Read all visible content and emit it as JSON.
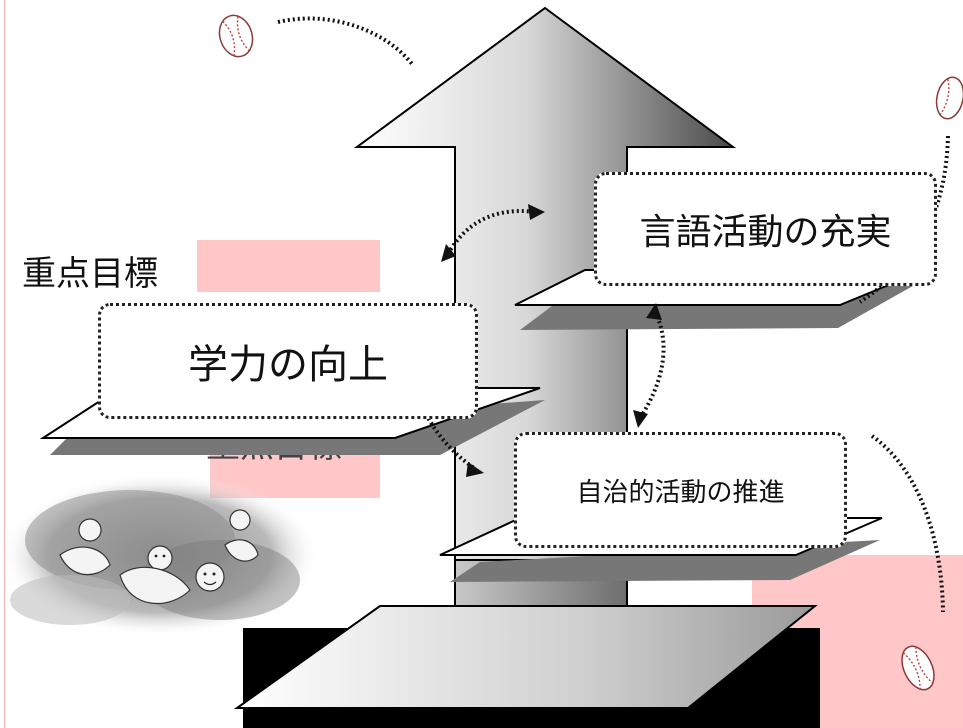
{
  "labels": {
    "top_heading": "重点目標",
    "under_heading": "重点目標"
  },
  "boxes": {
    "goal": "学力の向上",
    "language": "言語活動の充実",
    "autonomy": "自治的活動の推進"
  },
  "colors": {
    "accent_pink": "#ffc7c7",
    "outline": "#222222"
  },
  "icons": [
    "baseball-icon",
    "baseball-icon",
    "baseball-icon",
    "children-sketch-image"
  ]
}
